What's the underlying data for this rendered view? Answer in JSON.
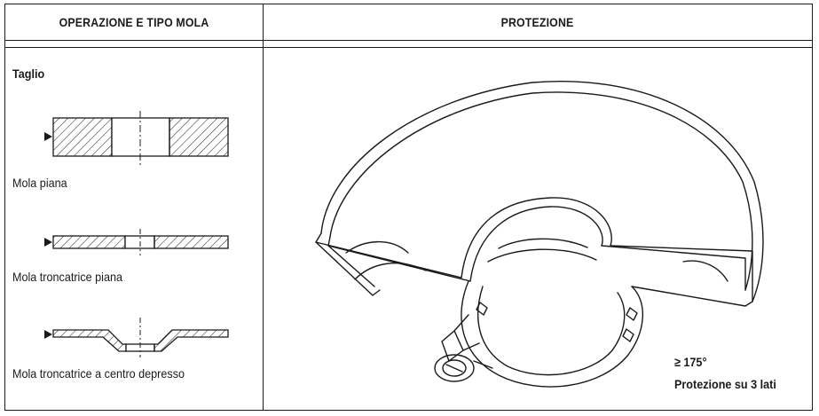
{
  "header": {
    "left": "OPERAZIONE E TIPO MOLA",
    "right": "PROTEZIONE"
  },
  "section": {
    "title": "Taglio"
  },
  "wheels": [
    {
      "label": "Mola piana"
    },
    {
      "label": "Mola troncatrice piana"
    },
    {
      "label": "Mola troncatrice a centro depresso"
    }
  ],
  "guard": {
    "angle": "≥ 175°",
    "note": "Protezione su 3 lati"
  }
}
